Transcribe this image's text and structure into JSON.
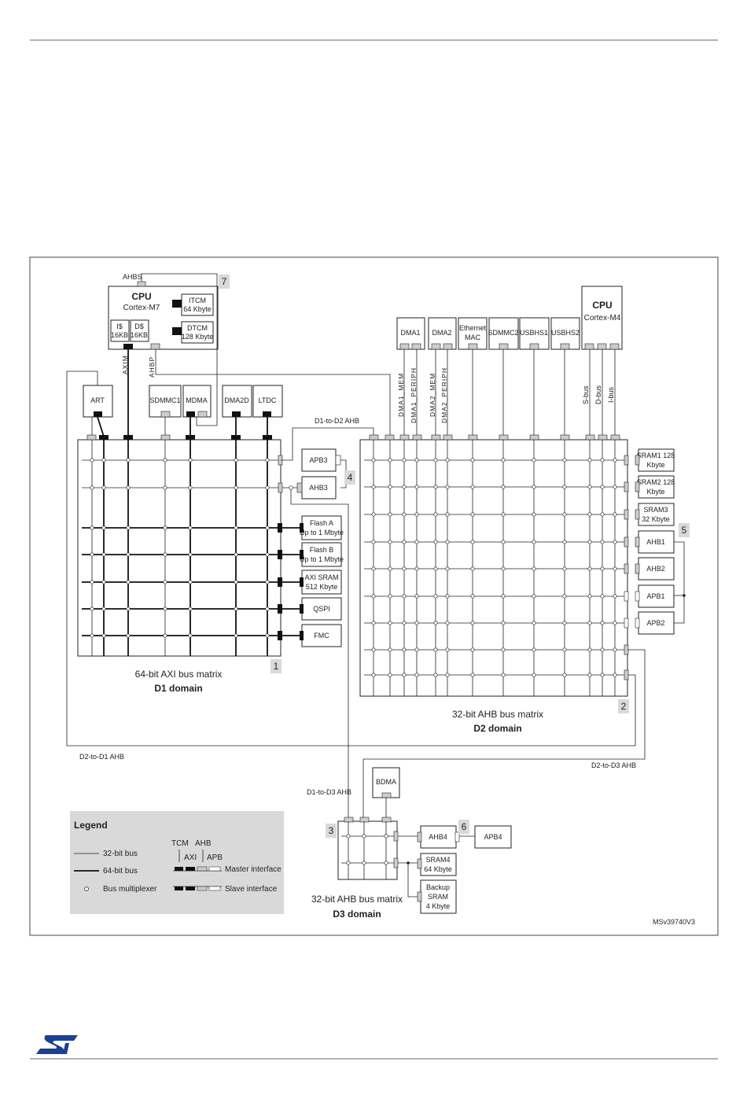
{
  "d1": {
    "cpu": {
      "title": "CPU",
      "sub": "Cortex-M7"
    },
    "icache": [
      "I$",
      "16KB"
    ],
    "dcache": [
      "D$",
      "16KB"
    ],
    "itcm": [
      "ITCM",
      "64 Kbyte"
    ],
    "dtcm": [
      "DTCM",
      "128 Kbyte"
    ],
    "ahbs": "AHBS",
    "axim": "AXIM",
    "ahbp": "AHBP",
    "masters": [
      "ART",
      "SDMMC1",
      "MDMA",
      "DMA2D",
      "LTDC"
    ],
    "apb3": "APB3",
    "ahb3": "AHB3",
    "flash_a": [
      "Flash A",
      "Up to 1 Mbyte"
    ],
    "flash_b": [
      "Flash B",
      "Up to 1 Mbyte"
    ],
    "axi_sram": [
      "AXI SRAM",
      "512 Kbyte"
    ],
    "qspi": "QSPI",
    "fmc": "FMC",
    "matrix_title": "64-bit AXI bus matrix",
    "domain": "D1 domain"
  },
  "d2": {
    "masters": [
      [
        "DMA1"
      ],
      [
        "DMA2"
      ],
      [
        "Ethernet",
        "MAC"
      ],
      [
        "SDMMC2"
      ],
      [
        "USBHS1"
      ],
      [
        "USBHS2"
      ]
    ],
    "cpu": {
      "title": "CPU",
      "sub": "Cortex-M4"
    },
    "port_labels": [
      "DMA1_MEM",
      "DMA1_PERIPH",
      "DMA2_MEM",
      "DMA2_PERIPH"
    ],
    "cpu_buses": [
      "S-bus",
      "D-bus",
      "I-bus"
    ],
    "slaves": [
      [
        "SRAM1 128",
        "Kbyte"
      ],
      [
        "SRAM2 128",
        "Kbyte"
      ],
      [
        "SRAM3",
        "32 Kbyte"
      ],
      [
        "AHB1"
      ],
      [
        "AHB2"
      ],
      [
        "APB1"
      ],
      [
        "APB2"
      ]
    ],
    "matrix_title": "32-bit AHB bus matrix",
    "domain": "D2 domain"
  },
  "d3": {
    "bdma": "BDMA",
    "ahb4": "AHB4",
    "apb4": "APB4",
    "sram4": [
      "SRAM4",
      "64 Kbyte"
    ],
    "backup": [
      "Backup",
      "SRAM",
      "4 Kbyte"
    ],
    "matrix_title": "32-bit AHB bus matrix",
    "domain": "D3 domain"
  },
  "links": {
    "d1_to_d2": "D1-to-D2 AHB",
    "d2_to_d1": "D2-to-D1 AHB",
    "d2_to_d3": "D2-to-D3 AHB",
    "d1_to_d3": "D1-to-D3 AHB"
  },
  "callouts": [
    "1",
    "2",
    "3",
    "4",
    "5",
    "6",
    "7"
  ],
  "legend": {
    "title": "Legend",
    "bus32": "32-bit bus",
    "bus64": "64-bit bus",
    "mux": "Bus multiplexer",
    "tcm": "TCM",
    "ahb": "AHB",
    "axi": "AXI",
    "apb": "APB",
    "master": "Master interface",
    "slave": "Slave interface"
  },
  "figure_id": "MSv39740V3",
  "colors": {
    "legend_bg": "#d9d9d9",
    "callout_bg": "#d9d9d9",
    "logo_blue": "#1b3f94",
    "rule": "#666666"
  }
}
